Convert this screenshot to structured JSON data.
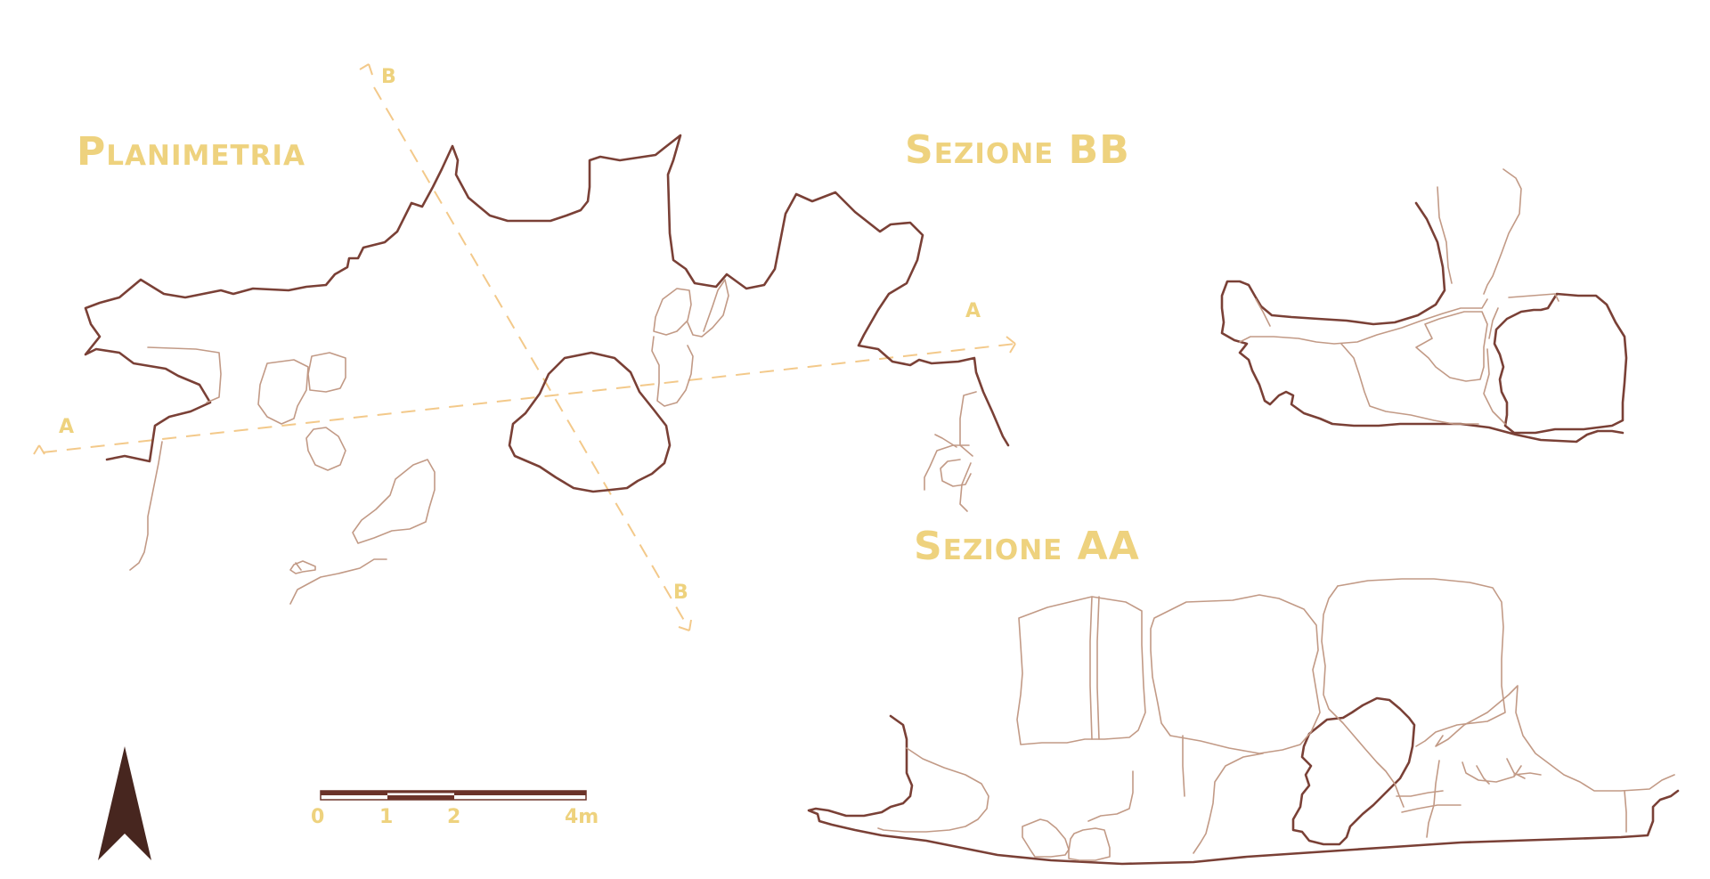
{
  "colors": {
    "accent": "#eed27e",
    "section_line": "#f3c98a",
    "wall": "#7a4036",
    "detail": "#c29a86",
    "north_arrow": "#47261f",
    "scale_dark": "#6b3329"
  },
  "titles": {
    "plan": "Planimetria",
    "section_bb": "Sezione BB",
    "section_aa": "Sezione AA"
  },
  "section_markers": {
    "a_start": "A",
    "a_end": "A",
    "b_start": "B",
    "b_end": "B"
  },
  "scale_bar": {
    "tick_0": "0",
    "tick_1": "1",
    "tick_2": "2",
    "tick_4": "4m"
  },
  "icons": {
    "north": "north-arrow-icon"
  }
}
